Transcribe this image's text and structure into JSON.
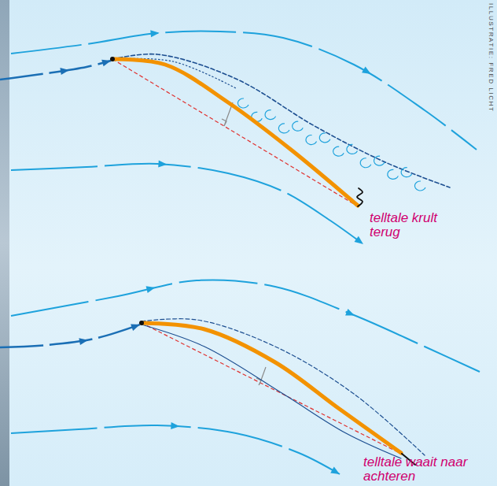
{
  "diagram": {
    "labels": [
      "ILLUSTRATIE: FRED LICHT",
      "telltale krult terug",
      "telltale waait naar achteren"
    ]
  }
}
